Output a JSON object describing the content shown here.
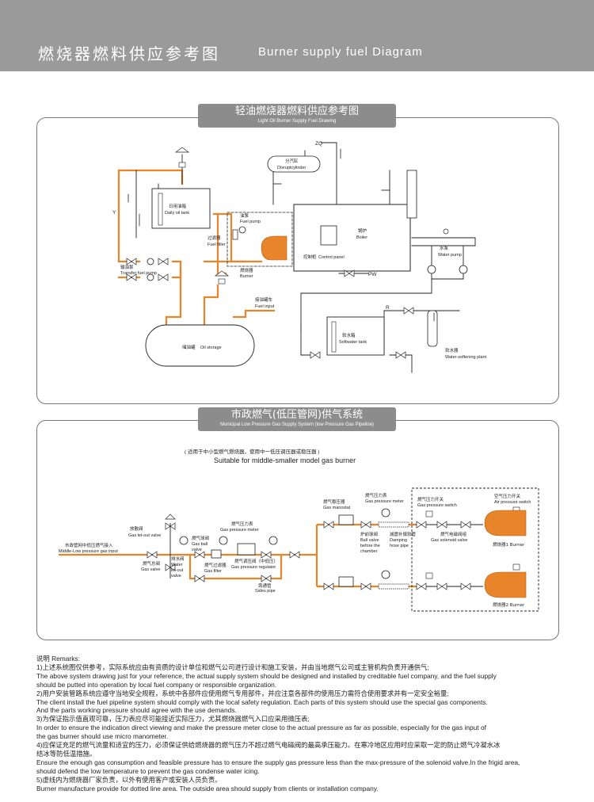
{
  "header": {
    "title_cn": "燃烧器燃料供应参考图",
    "title_en": "Burner supply fuel Diagram"
  },
  "light_oil": {
    "title_cn": "轻油燃烧器燃料供应参考图",
    "title_en": "Light Oil Burner Supply Fuel Drawing",
    "labels": {
      "daily_tank_cn": "日用油箱",
      "daily_tank_en": "Daily oil tank",
      "transfer_pump_cn": "输油泵",
      "transfer_pump_en": "Transfer fuel pump",
      "oil_storage_cn": "储油罐",
      "oil_storage_en": "Oil storage",
      "fuel_pump_cn": "油泵",
      "fuel_pump_en": "Fuel pump",
      "fuel_filter_cn": "过滤器",
      "fuel_filter_en": "Fuel filter",
      "burner_cn": "燃烧器",
      "burner_en": "Burner",
      "fuel_input_cn": "接油罐车",
      "fuel_input_en": "Fuel input",
      "boiler_cn": "锅炉",
      "boiler_en": "Boiler",
      "control_panel_cn": "控制柜",
      "control_panel_en": "Control panel",
      "disrupt_cn": "分汽缸",
      "disrupt_en": "Disruptcylinder",
      "water_pump_cn": "水泵",
      "water_pump_en": "Water pump",
      "soft_tank_cn": "软水箱",
      "soft_tank_en": "Softwater tank",
      "softening_cn": "软水器",
      "softening_en": "Water-softening plant",
      "zq": "ZQ",
      "pw": "PW",
      "r": "R",
      "y": "Y"
    }
  },
  "gas": {
    "title_cn": "市政燃气(低压管网)供气系统",
    "title_en": "Municipal Low Pressure Gas Supply System (low Pressure Gas Pipeline)",
    "subtitle_cn": "( 适用于中小型燃气燃烧器，使用中一低压调压器或稳压器 )",
    "subtitle_en": "Suitable for middle-smaller model gas burner",
    "labels": {
      "input_cn": "市政管网中低压燃气接入",
      "input_en": "Middle-Low pressure gas input",
      "gas_valve_cn": "燃气总阀",
      "gas_valve_en": "Gas valve",
      "letout_cn": "放散阀",
      "letout_en": "Gas let-out valve",
      "water_letout_cn": "排水阀",
      "water_letout_en_1": "Water",
      "water_letout_en_2": "let-out",
      "water_letout_en_3": "valve",
      "ball_cn": "燃气球阀",
      "ball_en_1": "Gas ball",
      "ball_en_2": "valve",
      "meter1_cn": "燃气压力表",
      "meter1_en": "Gas pressure meter",
      "filter_cn": "燃气过滤器",
      "filter_en": "Gas filter",
      "regulator_cn": "燃气调压阀（中低压）",
      "regulator_en": "Gas pressure regulator",
      "sides_cn": "旁通管",
      "sides_en": "Sides pipe",
      "manostat_cn": "燃气稳压器",
      "manostat_en": "Gas manostat",
      "meter2_cn": "燃气压力表",
      "meter2_en": "Gas pressure meter",
      "ballvalve_cn": "炉前球阀",
      "ballvalve_en_1": "Ball valve",
      "ballvalve_en_2": "before the",
      "ballvalve_en_3": "chamber",
      "hose_cn": "减震补偿软管",
      "hose_en_1": "Damping",
      "hose_en_2": "hose pipe",
      "switch_cn": "燃气压力开关",
      "switch_en": "Gas pressure switch",
      "solenoid_cn": "燃气电磁阀组",
      "solenoid_en": "Gas solenoid valve",
      "air_cn": "空气压力开关",
      "air_en": "Air pressure switch",
      "burner1": "燃烧器1 Burner",
      "burner2": "燃烧器2 Burner"
    }
  },
  "remarks": {
    "title": "说明 Remarks:",
    "lines": [
      "1)上述系统图仅供参考，实际系统应由有资质的设计单位和燃气公司进行设计和施工安装，并由当地燃气公司或主管机构负责开通供气;",
      "The above system drawing just for your reference, the actual supply system should be designed and installed by creditable fuel company, and the fuel supply",
      "should be putted into operation by local fuel company or responsible organization.",
      "2)用户安装管路系统应遵守当地安全规程，系统中各部件应使用燃气专用部件，并应注意各部件的使用压力需符合使用要求并有一定安全裕量;",
      "The client install the fuel pipeline system should comply with the local safety regulation. Each parts of this system should use the special gas components.",
      "And the parts working pressure should agree with the use demands.",
      "3)为保证指示值直观可靠，压力表应尽可能接近实际压力，尤其燃烧器燃气入口应采用微压表;",
      "In order to ensure the indication direct viewing and make the pressure meter close to the actual pressure as far as possible, especially for the gas input of",
      "the gas burner should use micro manometer.",
      "4)应保证充足的燃气流量和适宜的压力，必须保证供给燃烧器的燃气压力不超过燃气电磁阀的最高承压能力。在寒冷地区应用时应采取一定的防止燃气冷凝水冰",
      "结冰等防低温措施。",
      "Ensure the enough gas consumption and feasible pressure has to ensure the supply gas pressure less than the max-pressure of the solenoid valve.In the frigid area,",
      "should defend the low temperature to prevent the gas condense water icing.",
      "5)虚线内为燃烧器厂家负责，以外有使用客户或安装人员负责。",
      "Burner manufacture provide for dotted line area. The outside area should supply from clients or installation company."
    ]
  }
}
